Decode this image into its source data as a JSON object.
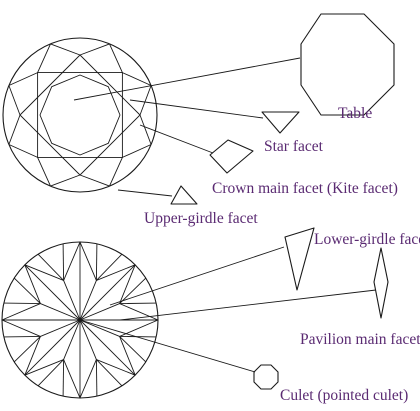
{
  "labels": {
    "table": "Table",
    "star_facet": "Star facet",
    "crown_main_facet": "Crown main facet (Kite facet)",
    "upper_girdle_facet": "Upper-girdle facet",
    "lower_girdle_facet": "Lower-girdle facet",
    "pavilion_main_facet": "Pavilion main facet",
    "culet": "Culet (pointed culet)"
  },
  "colors": {
    "label": "#5a2a72",
    "line": "#1a1a1a"
  }
}
